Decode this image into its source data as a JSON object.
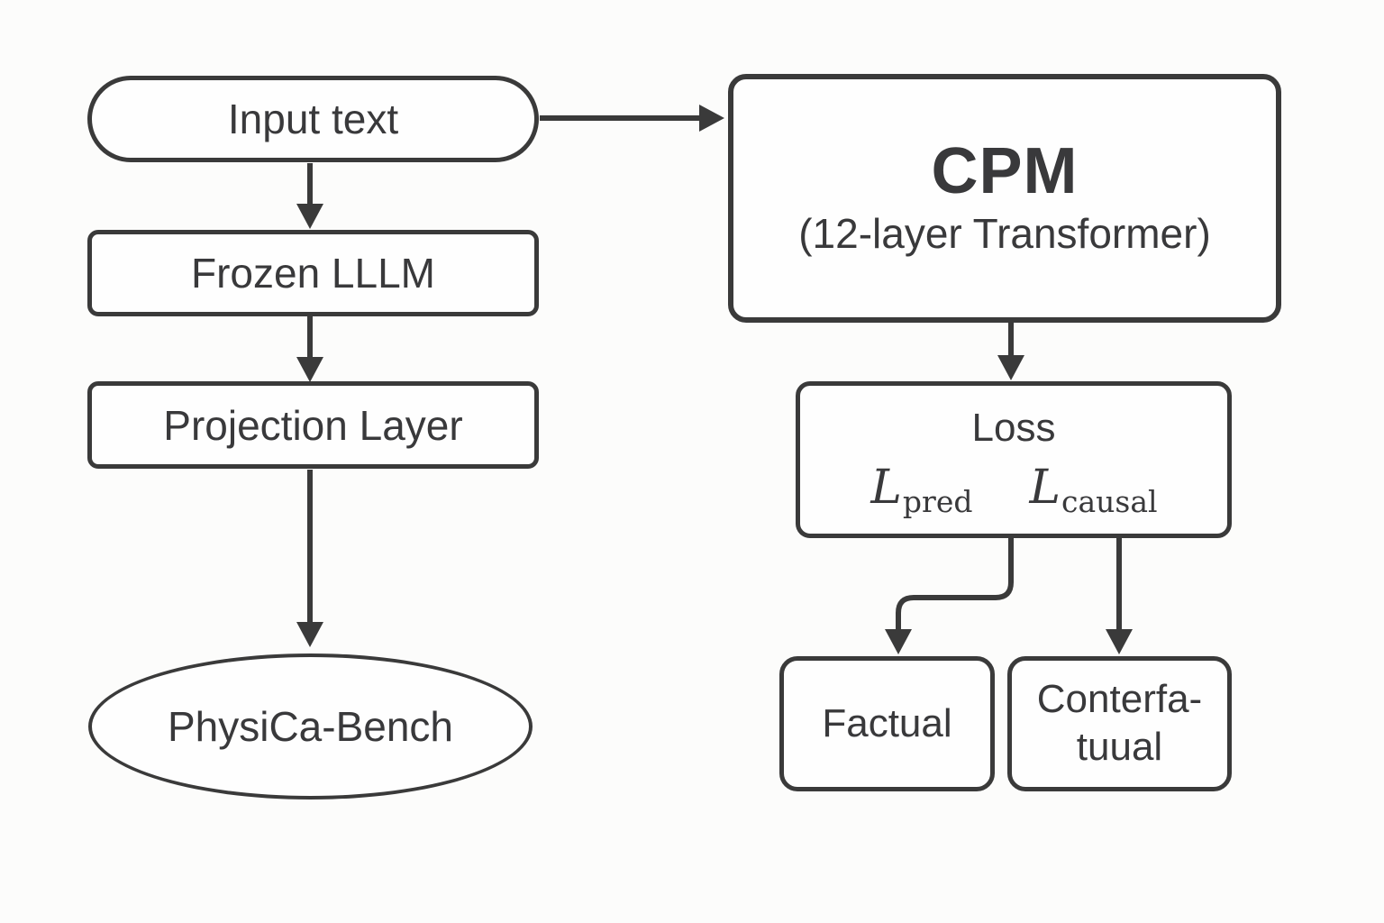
{
  "diagram": {
    "colors": {
      "stroke": "#3a3a3a",
      "text": "#39393b",
      "node_fill": "#fefefe",
      "background": "#fcfcfb"
    },
    "left_flow": {
      "input_text": {
        "label": "Input text"
      },
      "frozen_llm": {
        "label": "Frozen LLLM"
      },
      "projection_layer": {
        "label": "Projection Layer"
      },
      "physica_bench": {
        "label": "PhysiCa-Bench"
      }
    },
    "right_flow": {
      "cpm": {
        "title": "CPM",
        "subtitle": "(12-layer Transformer)"
      },
      "loss": {
        "title": "Loss",
        "terms": [
          {
            "base": "L",
            "subscript": "pred"
          },
          {
            "base": "L",
            "subscript": "causal"
          }
        ]
      },
      "factual": {
        "label": "Factual"
      },
      "counterfactual": {
        "lines": [
          "Conterfa-",
          "tuual"
        ]
      }
    }
  }
}
